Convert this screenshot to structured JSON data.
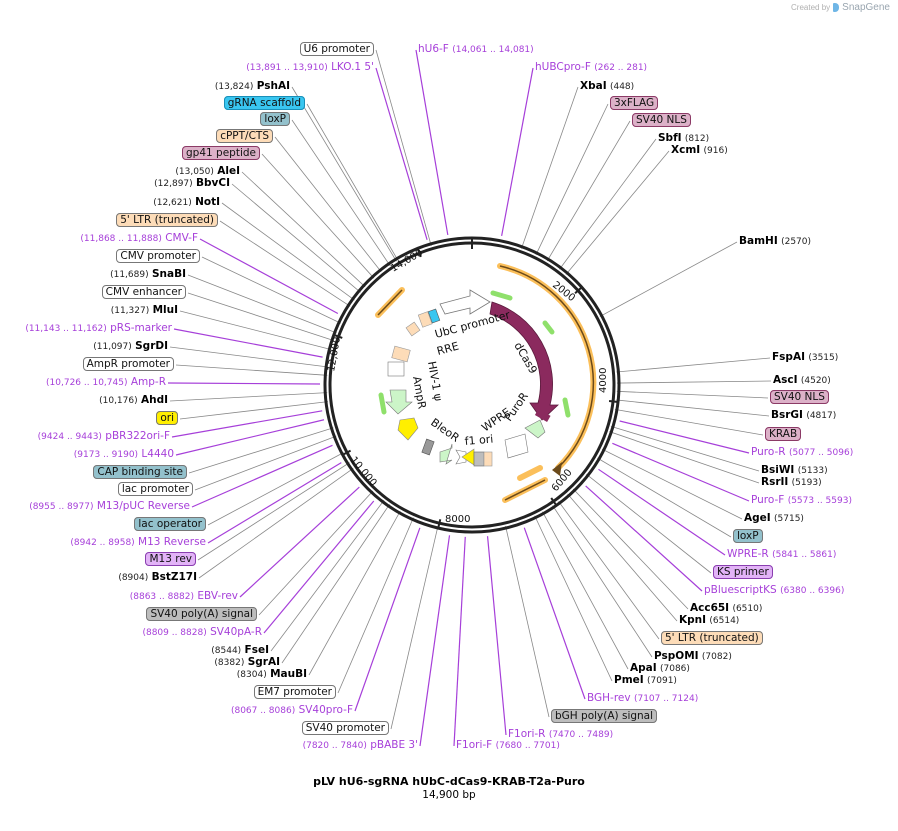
{
  "credit": {
    "prefix": "Created by",
    "brand": "SnapGene"
  },
  "plasmid": {
    "name": "pLV hU6-sgRNA hUbC-dCas9-KRAB-T2a-Puro",
    "length": "14,900 bp",
    "ticks": [
      "2000",
      "4000",
      "6000",
      "8000",
      "10,000",
      "12,000",
      "14,000"
    ]
  },
  "colors": {
    "primer": "#a63fd9",
    "dcas9": "#8b2a5e",
    "orf_light": "#ccf5c8",
    "ori_yellow": "#ffef00",
    "ltr": "#fddcb8",
    "nls": "#dcb1c8",
    "grna": "#39c6f0",
    "loxp": "#93c1cc",
    "polyA": "#bdbdbd",
    "ks_primer": "#e2b3f7",
    "orange_arc": "#fbbf5a",
    "green_arrow": "#8fe06b"
  },
  "inner_labels": [
    "UbC promoter",
    "RRE",
    "dCas9",
    "HIV-1 ψ",
    "AmpR",
    "BleoR",
    "f1 ori",
    "WPRE",
    "PuroR"
  ],
  "features_left": [
    {
      "type": "box",
      "label": "U6 promoter",
      "color": "#ffffff"
    },
    {
      "type": "primer",
      "label": "LKO.1 5'",
      "pos": "(13,891 .. 13,910)"
    },
    {
      "type": "enzyme",
      "label": "PshAI",
      "pos": "(13,824)"
    },
    {
      "type": "box",
      "label": "gRNA scaffold",
      "color": "#39c6f0"
    },
    {
      "type": "box",
      "label": "loxP",
      "color": "#93c1cc"
    },
    {
      "type": "box",
      "label": "cPPT/CTS",
      "color": "#fddcb8"
    },
    {
      "type": "box",
      "label": "gp41 peptide",
      "color": "#dcb1c8"
    },
    {
      "type": "enzyme",
      "label": "AleI",
      "pos": "(13,050)"
    },
    {
      "type": "enzyme",
      "label": "BbvCI",
      "pos": "(12,897)"
    },
    {
      "type": "enzyme",
      "label": "NotI",
      "pos": "(12,621)"
    },
    {
      "type": "box",
      "label": "5' LTR (truncated)",
      "color": "#fddcb8"
    },
    {
      "type": "primer",
      "label": "CMV-F",
      "pos": "(11,868 .. 11,888)"
    },
    {
      "type": "box",
      "label": "CMV promoter",
      "color": "#ffffff"
    },
    {
      "type": "enzyme",
      "label": "SnaBI",
      "pos": "(11,689)"
    },
    {
      "type": "box",
      "label": "CMV enhancer",
      "color": "#ffffff"
    },
    {
      "type": "enzyme",
      "label": "MluI",
      "pos": "(11,327)"
    },
    {
      "type": "primer",
      "label": "pRS-marker",
      "pos": "(11,143 .. 11,162)"
    },
    {
      "type": "enzyme",
      "label": "SgrDI",
      "pos": "(11,097)"
    },
    {
      "type": "box",
      "label": "AmpR promoter",
      "color": "#ffffff"
    },
    {
      "type": "primer",
      "label": "Amp-R",
      "pos": "(10,726 .. 10,745)"
    },
    {
      "type": "enzyme",
      "label": "AhdI",
      "pos": "(10,176)"
    },
    {
      "type": "box",
      "label": "ori",
      "color": "#ffef00"
    },
    {
      "type": "primer",
      "label": "pBR322ori-F",
      "pos": "(9424 .. 9443)"
    },
    {
      "type": "primer",
      "label": "L4440",
      "pos": "(9173 .. 9190)"
    },
    {
      "type": "box",
      "label": "CAP binding site",
      "color": "#93c1cc"
    },
    {
      "type": "box",
      "label": "lac promoter",
      "color": "#ffffff"
    },
    {
      "type": "primer",
      "label": "M13/pUC Reverse",
      "pos": "(8955 .. 8977)"
    },
    {
      "type": "box",
      "label": "lac operator",
      "color": "#93c1cc"
    },
    {
      "type": "primer",
      "label": "M13 Reverse",
      "pos": "(8942 .. 8958)"
    },
    {
      "type": "box",
      "label": "M13 rev",
      "color": "#e2b3f7"
    },
    {
      "type": "enzyme",
      "label": "BstZ17I",
      "pos": "(8904)"
    },
    {
      "type": "primer",
      "label": "EBV-rev",
      "pos": "(8863 .. 8882)"
    },
    {
      "type": "box",
      "label": "SV40 poly(A) signal",
      "color": "#bdbdbd"
    },
    {
      "type": "primer",
      "label": "SV40pA-R",
      "pos": "(8809 .. 8828)"
    },
    {
      "type": "enzyme",
      "label": "FseI",
      "pos": "(8544)"
    },
    {
      "type": "enzyme",
      "label": "SgrAI",
      "pos": "(8382)"
    },
    {
      "type": "enzyme",
      "label": "MauBI",
      "pos": "(8304)"
    },
    {
      "type": "box",
      "label": "EM7 promoter",
      "color": "#ffffff"
    },
    {
      "type": "primer",
      "label": "SV40pro-F",
      "pos": "(8067 .. 8086)"
    },
    {
      "type": "box",
      "label": "SV40 promoter",
      "color": "#ffffff"
    },
    {
      "type": "primer",
      "label": "pBABE 3'",
      "pos": "(7820 .. 7840)"
    }
  ],
  "features_right": [
    {
      "type": "primer",
      "label": "hU6-F",
      "pos": "(14,061 .. 14,081)"
    },
    {
      "type": "primer",
      "label": "hUBCpro-F",
      "pos": "(262 .. 281)"
    },
    {
      "type": "enzyme",
      "label": "XbaI",
      "pos": "(448)"
    },
    {
      "type": "box",
      "label": "3xFLAG",
      "color": "#dcb1c8"
    },
    {
      "type": "box",
      "label": "SV40 NLS",
      "color": "#dcb1c8"
    },
    {
      "type": "enzyme",
      "label": "SbfI",
      "pos": "(812)"
    },
    {
      "type": "enzyme",
      "label": "XcmI",
      "pos": "(916)"
    },
    {
      "type": "enzyme",
      "label": "BamHI",
      "pos": "(2570)"
    },
    {
      "type": "enzyme",
      "label": "FspAI",
      "pos": "(3515)"
    },
    {
      "type": "enzyme",
      "label": "AscI",
      "pos": "(4520)"
    },
    {
      "type": "box",
      "label": "SV40 NLS",
      "color": "#dcb1c8"
    },
    {
      "type": "enzyme",
      "label": "BsrGI",
      "pos": "(4817)"
    },
    {
      "type": "box",
      "label": "KRAB",
      "color": "#dcb1c8"
    },
    {
      "type": "primer",
      "label": "Puro-R",
      "pos": "(5077 .. 5096)"
    },
    {
      "type": "enzyme",
      "label": "BsiWI",
      "pos": "(5133)"
    },
    {
      "type": "enzyme",
      "label": "RsrII",
      "pos": "(5193)"
    },
    {
      "type": "primer",
      "label": "Puro-F",
      "pos": "(5573 .. 5593)"
    },
    {
      "type": "enzyme",
      "label": "AgeI",
      "pos": "(5715)"
    },
    {
      "type": "box",
      "label": "loxP",
      "color": "#93c1cc"
    },
    {
      "type": "primer",
      "label": "WPRE-R",
      "pos": "(5841 .. 5861)"
    },
    {
      "type": "box",
      "label": "KS primer",
      "color": "#e2b3f7"
    },
    {
      "type": "primer",
      "label": "pBluescriptKS",
      "pos": "(6380 .. 6396)"
    },
    {
      "type": "enzyme",
      "label": "Acc65I",
      "pos": "(6510)"
    },
    {
      "type": "enzyme",
      "label": "KpnI",
      "pos": "(6514)"
    },
    {
      "type": "box",
      "label": "5' LTR (truncated)",
      "color": "#fddcb8"
    },
    {
      "type": "enzyme",
      "label": "PspOMI",
      "pos": "(7082)"
    },
    {
      "type": "enzyme",
      "label": "ApaI",
      "pos": "(7086)"
    },
    {
      "type": "enzyme",
      "label": "PmeI",
      "pos": "(7091)"
    },
    {
      "type": "primer",
      "label": "BGH-rev",
      "pos": "(7107 .. 7124)"
    },
    {
      "type": "box",
      "label": "bGH poly(A) signal",
      "color": "#bdbdbd"
    },
    {
      "type": "primer",
      "label": "F1ori-R",
      "pos": "(7470 .. 7489)"
    },
    {
      "type": "primer",
      "label": "F1ori-F",
      "pos": "(7680 .. 7701)"
    }
  ]
}
